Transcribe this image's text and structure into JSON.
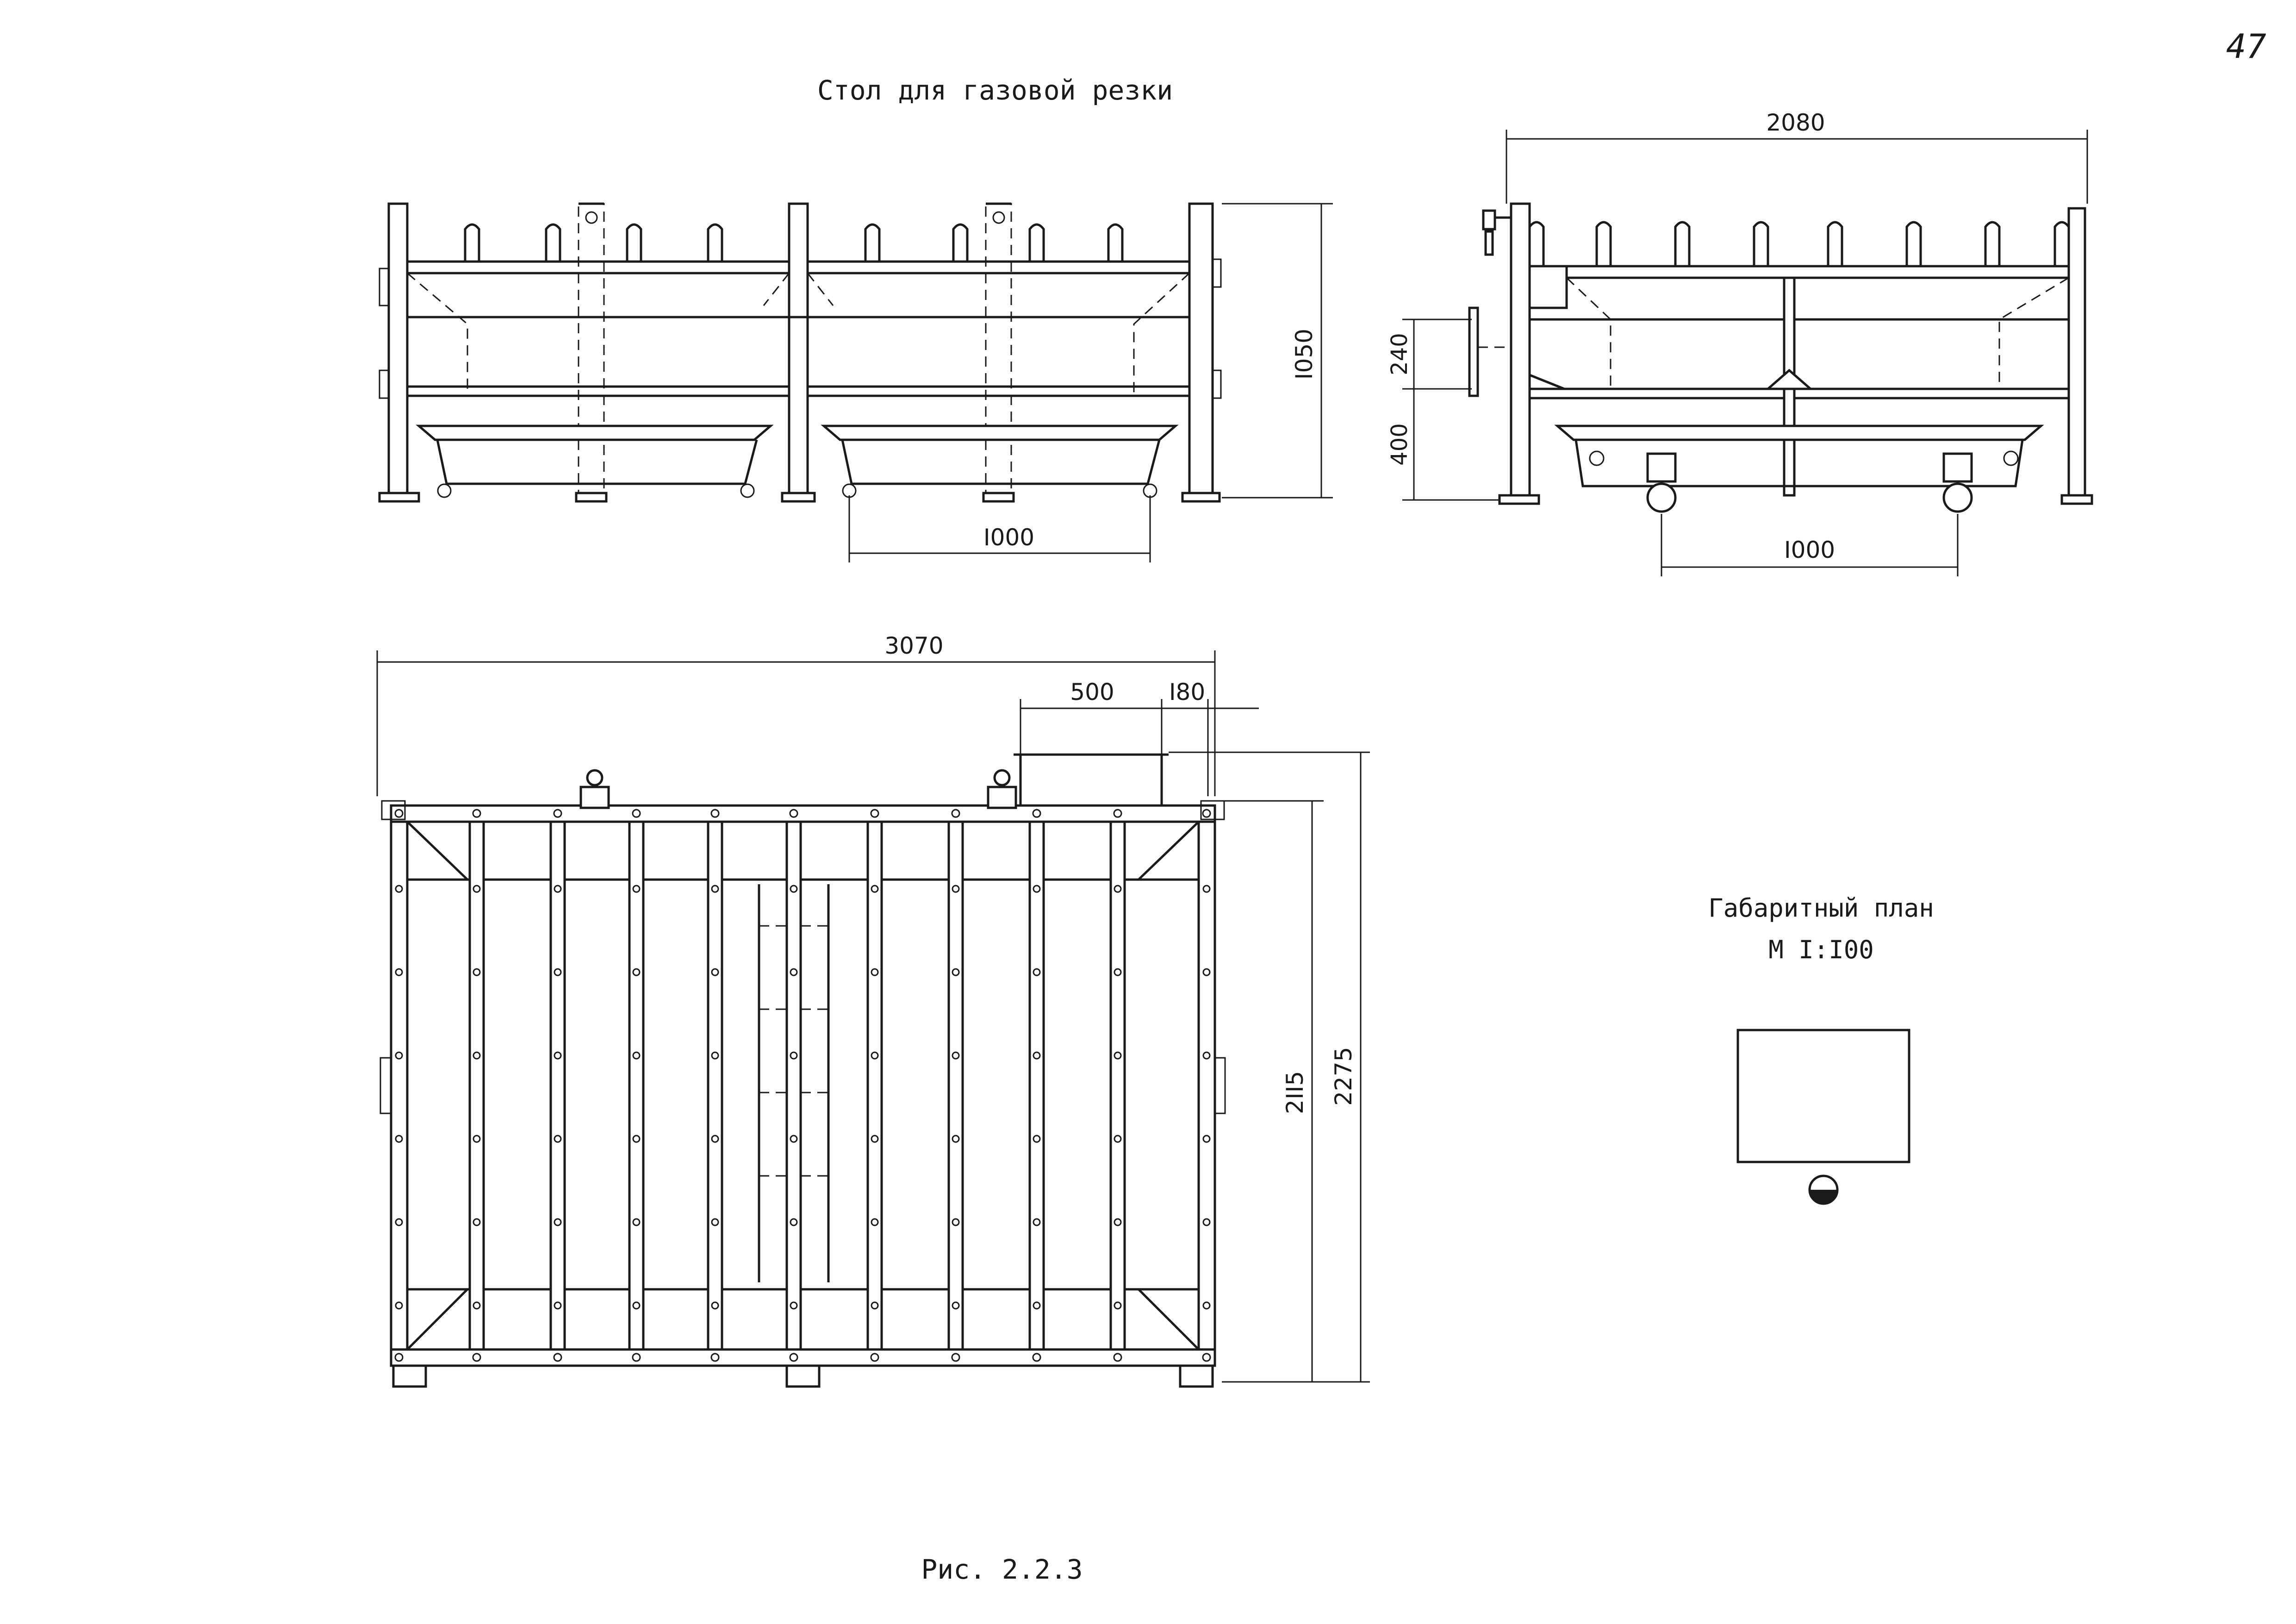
{
  "page_number": "47",
  "title": "Стол для газовой резки",
  "caption": "Рис. 2.2.3",
  "front_view": {
    "height_dim": "I050",
    "bin_span_dim": "I000"
  },
  "side_view": {
    "width_dim": "2080",
    "upper_dim": "240",
    "lower_dim": "400",
    "wheel_span_dim": "I000"
  },
  "plan_view": {
    "length_dim": "3070",
    "pipe_dim": "500",
    "offset_dim": "I80",
    "inner_width_dim": "2II5",
    "overall_width_dim": "2275"
  },
  "layout_plan": {
    "title": "Габаритный план",
    "scale": "М I:I00"
  }
}
